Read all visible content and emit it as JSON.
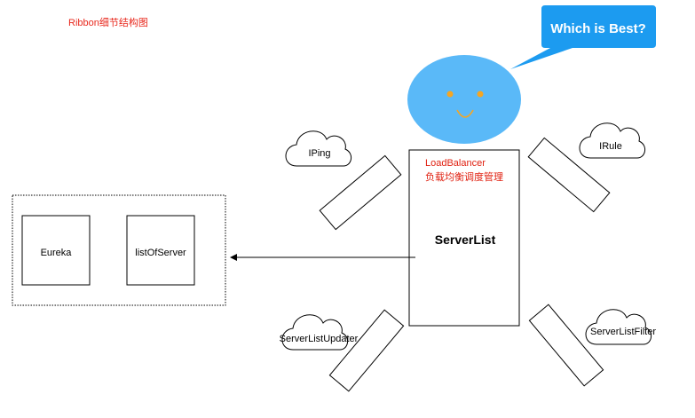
{
  "title": "Ribbon细节结构图",
  "speech_bubble": {
    "text": "Which is Best?"
  },
  "center_box": {
    "label_line1": "LoadBalancer",
    "label_line2": "负载均衡调度管理",
    "main_label": "ServerList"
  },
  "clouds": {
    "iping": "IPing",
    "irule": "IRule",
    "updater": "ServerListUpdater",
    "filter": "ServerListFilter"
  },
  "server_group": {
    "eureka": "Eureka",
    "list_of_server": "listOfServer"
  },
  "colors": {
    "head": "#5ab9f8",
    "bubble": "#1c9bf0",
    "eyes": "#f5a623",
    "title_red": "#e8271c",
    "label_red": "#e02010"
  }
}
